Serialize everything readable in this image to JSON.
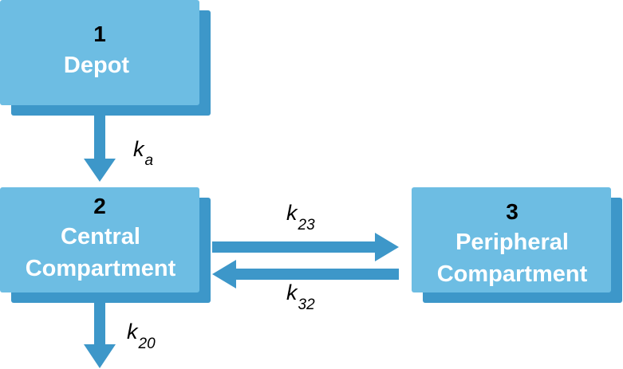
{
  "colors": {
    "box_fill": "#6dbde3",
    "box_shadow": "#3d97c9",
    "arrow": "#3d97c9",
    "number_text": "#000000",
    "name_text": "#ffffff",
    "label_text": "#000000"
  },
  "compartments": {
    "depot": {
      "number": "1",
      "name": "Depot"
    },
    "central": {
      "number": "2",
      "name_line1": "Central",
      "name_line2": "Compartment"
    },
    "peripheral": {
      "number": "3",
      "name_line1": "Peripheral",
      "name_line2": "Compartment"
    }
  },
  "rates": {
    "ka": {
      "symbol": "k",
      "subscript": "a"
    },
    "k23": {
      "symbol": "k",
      "subscript": "23"
    },
    "k32": {
      "symbol": "k",
      "subscript": "32"
    },
    "k20": {
      "symbol": "k",
      "subscript": "20"
    }
  }
}
